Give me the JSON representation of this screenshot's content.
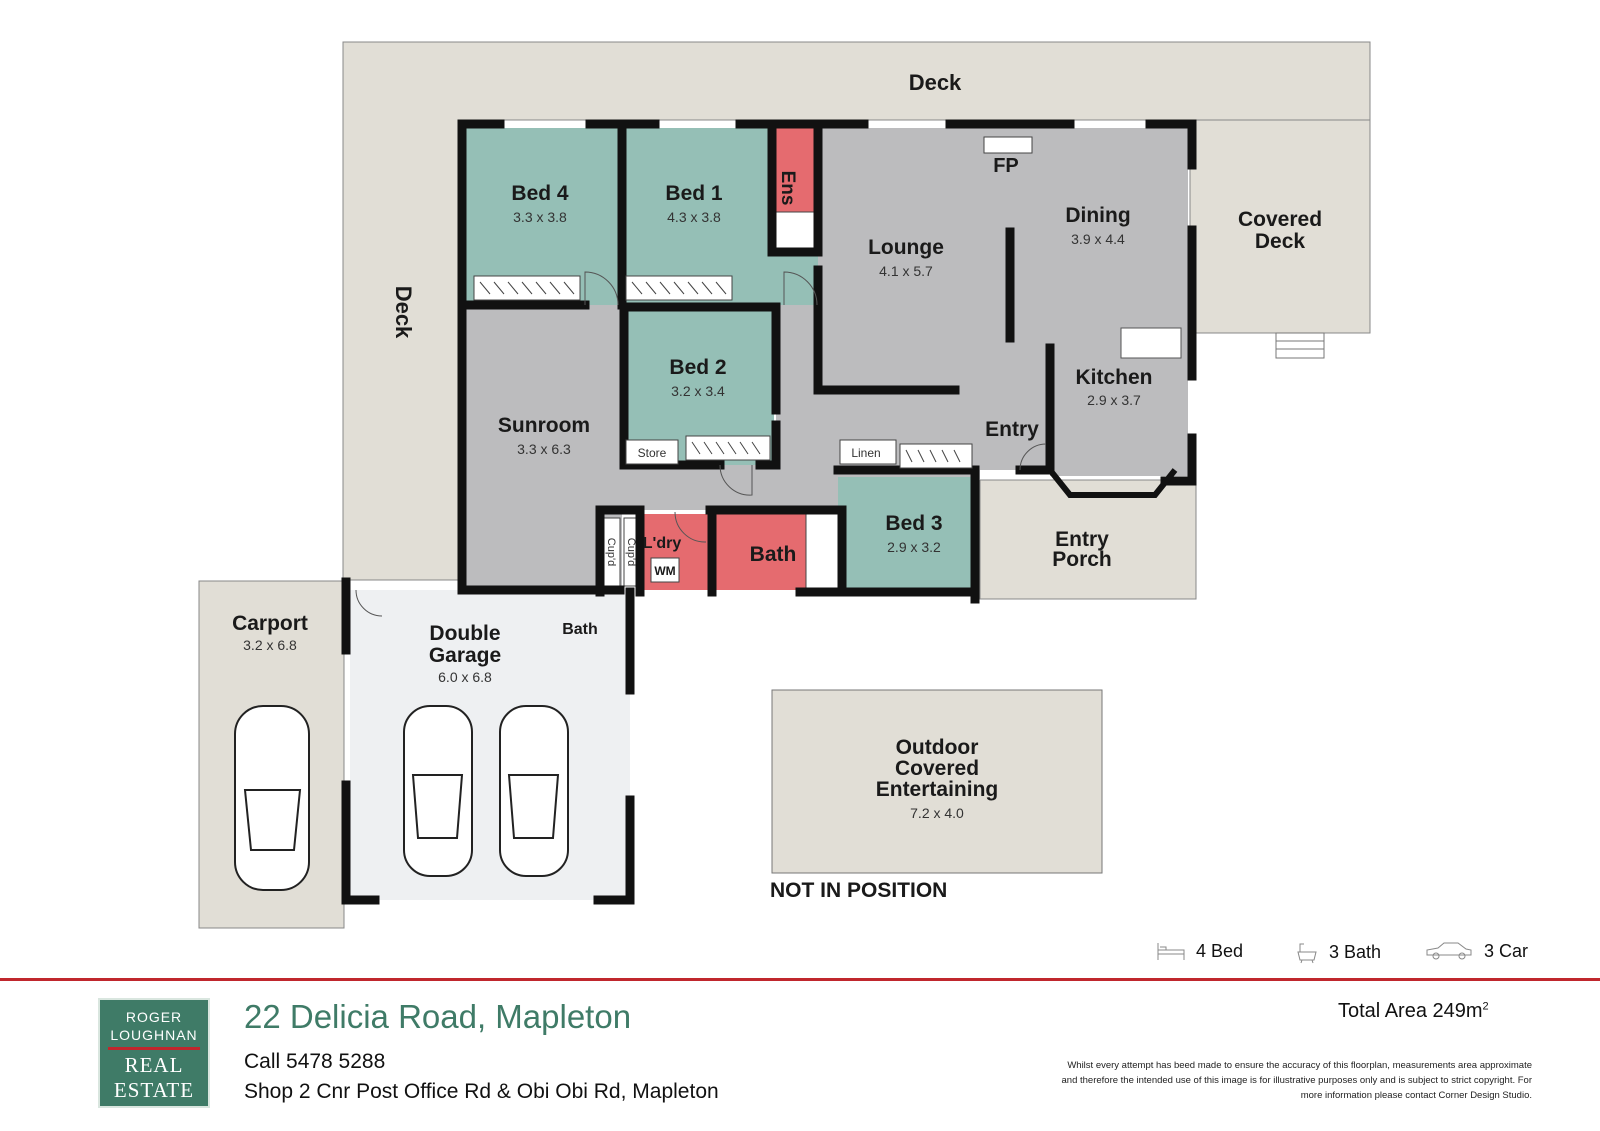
{
  "plan": {
    "rooms": {
      "deck_top": {
        "name": "Deck"
      },
      "deck_side": {
        "name": "Deck"
      },
      "bed4": {
        "name": "Bed 4",
        "dims": "3.3 x 3.8"
      },
      "bed1": {
        "name": "Bed 1",
        "dims": "4.3 x 3.8"
      },
      "ens": {
        "name": "Ens"
      },
      "lounge": {
        "name": "Lounge",
        "dims": "4.1 x 5.7"
      },
      "fp": {
        "name": "FP"
      },
      "dining": {
        "name": "Dining",
        "dims": "3.9 x 4.4"
      },
      "covered_deck": {
        "name": "Covered",
        "name2": "Deck"
      },
      "bed2": {
        "name": "Bed 2",
        "dims": "3.2 x 3.4"
      },
      "store": {
        "name": "Store"
      },
      "sunroom": {
        "name": "Sunroom",
        "dims": "3.3 x 6.3"
      },
      "kitchen": {
        "name": "Kitchen",
        "dims": "2.9 x 3.7"
      },
      "entry": {
        "name": "Entry"
      },
      "linen": {
        "name": "Linen"
      },
      "bed3": {
        "name": "Bed 3",
        "dims": "2.9 x 3.2"
      },
      "entry_porch": {
        "name": "Entry",
        "name2": "Porch"
      },
      "cupd1": {
        "name": "Cup'd"
      },
      "cupd2": {
        "name": "Cup'd"
      },
      "ldry": {
        "name": "L'dry"
      },
      "wm": {
        "name": "WM"
      },
      "bath_main": {
        "name": "Bath"
      },
      "bath_small": {
        "name": "Bath"
      },
      "carport": {
        "name": "Carport",
        "dims": "3.2 x 6.8"
      },
      "garage": {
        "name": "Double",
        "name2": "Garage",
        "dims": "6.0 x 6.8"
      },
      "outdoor": {
        "name": "Outdoor",
        "name2": "Covered",
        "name3": "Entertaining",
        "dims": "7.2 x 4.0"
      }
    },
    "not_in_position": "NOT IN POSITION"
  },
  "features": {
    "bed": "4 Bed",
    "bath": "3 Bath",
    "car": "3 Car"
  },
  "footer": {
    "logo_line1": "ROGER",
    "logo_line2": "LOUGHNAN",
    "logo_line3": "REAL",
    "logo_line4": "ESTATE",
    "address": "22 Delicia Road, Mapleton",
    "call": "Call 5478 5288",
    "shop": "Shop 2 Cnr Post Office Rd & Obi Obi Rd, Mapleton",
    "total_area": "Total  Area 249m",
    "area_sup": "2",
    "disclaimer_1": "Whilst every attempt has beed made to ensure the accuracy of this floorplan, measurements area approximate",
    "disclaimer_2": "and therefore the intended use of this image is for illustrative purposes only and is subject to strict copyright. For",
    "disclaimer_3": "more information please contact Corner Design Studio."
  },
  "colors": {
    "deck": "#e1ded6",
    "bedroom": "#95bfb6",
    "living": "#bcbcbe",
    "wet": "#e56b6f",
    "garage": "#eef0f2",
    "wall": "#111111",
    "brand": "#3f7b67",
    "rule": "#c0272d"
  }
}
